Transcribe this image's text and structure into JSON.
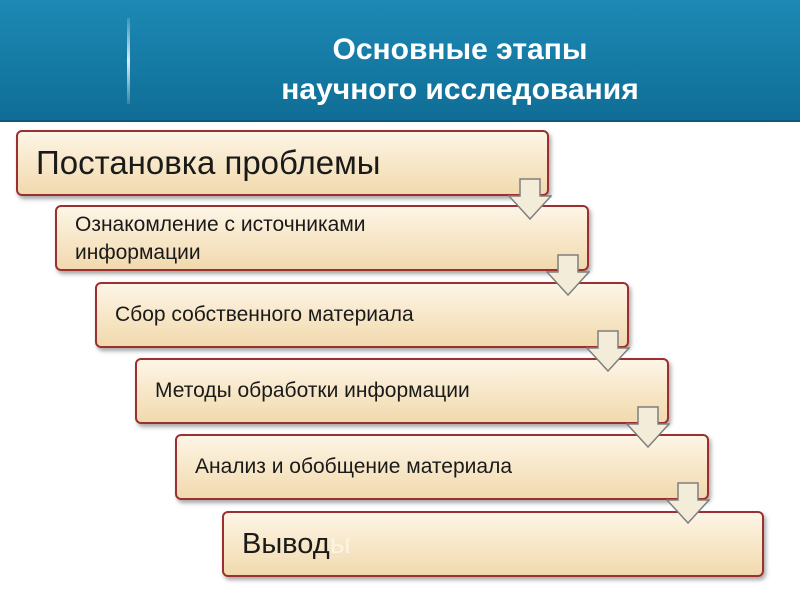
{
  "header": {
    "title_line1": "Основные этапы",
    "title_line2": "научного исследования"
  },
  "steps": [
    {
      "label": "Постановка проблемы"
    },
    {
      "label": "Ознакомление с источниками информации"
    },
    {
      "label": "Сбор собственного материала"
    },
    {
      "label": "Методы обработки информации"
    },
    {
      "label": "Анализ и обобщение материала"
    },
    {
      "label": "Вывод",
      "label_ghost_suffix": "ы"
    }
  ],
  "colors": {
    "banner": "#1479a3",
    "box_fill": "#f7e6c6",
    "box_border": "#9c2f2f",
    "arrow_fill": "#f3ecd9",
    "arrow_stroke": "#7f7f7f"
  }
}
